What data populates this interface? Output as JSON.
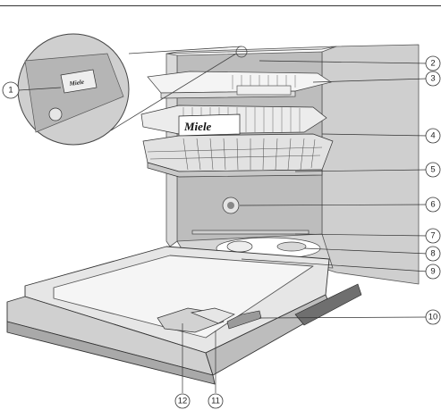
{
  "brand_label": "Miele",
  "callouts": [
    {
      "number": "1"
    },
    {
      "number": "2"
    },
    {
      "number": "3"
    },
    {
      "number": "4"
    },
    {
      "number": "5"
    },
    {
      "number": "6"
    },
    {
      "number": "7"
    },
    {
      "number": "8"
    },
    {
      "number": "9"
    },
    {
      "number": "10"
    },
    {
      "number": "11"
    },
    {
      "number": "12"
    }
  ]
}
